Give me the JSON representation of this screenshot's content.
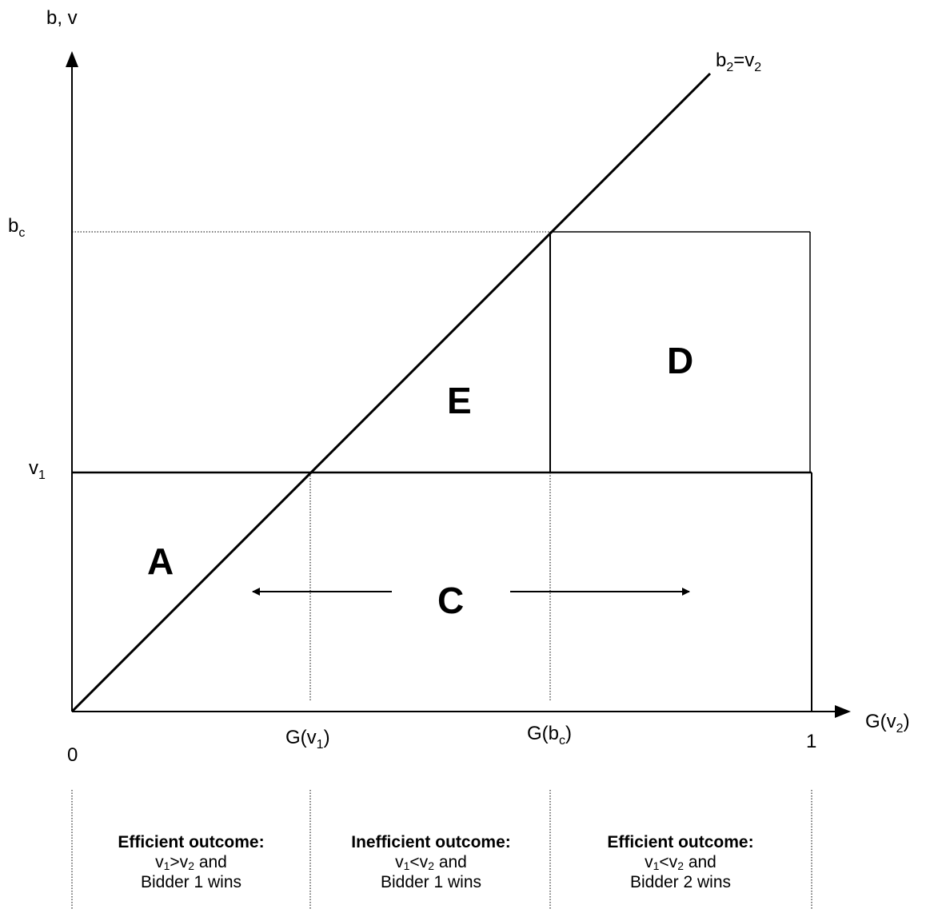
{
  "axes": {
    "y_label": "b, v",
    "x_label_main": "G(v",
    "x_label_sub": "2",
    "x_label_close": ")",
    "origin": "0",
    "x_end": "1"
  },
  "levels": {
    "bc": {
      "main": "b",
      "sub": "c"
    },
    "v1": {
      "main": "v",
      "sub": "1"
    }
  },
  "ticks": {
    "gv1": {
      "main": "G(v",
      "sub": "1",
      "close": ")"
    },
    "gbc": {
      "main": "G(b",
      "sub": "c",
      "close": ")"
    }
  },
  "diagonal_label": {
    "b": "b",
    "b_sub": "2",
    "eq": "=v",
    "v_sub": "2"
  },
  "regions": {
    "A": "A",
    "C": "C",
    "D": "D",
    "E": "E"
  },
  "captions": [
    {
      "head": "Efficient outcome:",
      "l1a": "v",
      "l1s1": "1",
      "l1b": ">v",
      "l1s2": "2",
      "l1c": " and",
      "l2": "Bidder 1 wins"
    },
    {
      "head": "Inefficient outcome:",
      "l1a": "v",
      "l1s1": "1",
      "l1b": "<v",
      "l1s2": "2",
      "l1c": " and",
      "l2": "Bidder 1 wins"
    },
    {
      "head": "Efficient outcome:",
      "l1a": "v",
      "l1s1": "1",
      "l1b": "<v",
      "l1s2": "2",
      "l1c": " and",
      "l2": "Bidder 2 wins"
    }
  ]
}
